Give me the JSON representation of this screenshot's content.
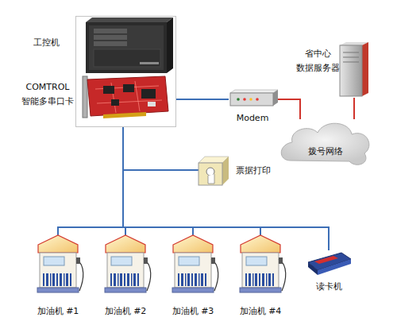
{
  "diagram": {
    "nodes": [
      {
        "text": [
          "工控机",
          "COMTROL 智能多串口卡"
        ]
      },
      {
        "text": [
          "省中心 数据服务器"
        ]
      },
      {
        "text": [
          "Modem"
        ]
      },
      {
        "text": [
          "拨号网络"
        ]
      },
      {
        "text": [
          "票据打印"
        ]
      },
      {
        "text": [
          "加油机 #1"
        ]
      },
      {
        "text": [
          "加油机 #2"
        ]
      },
      {
        "text": [
          "加油机 #3"
        ]
      },
      {
        "text": [
          "加油机 #4"
        ]
      },
      {
        "text": [
          "读卡机"
        ]
      }
    ],
    "edges": [
      {
        "from": 0,
        "to": 2,
        "arrow": "none"
      },
      {
        "from": 2,
        "to": 3,
        "arrow": "none"
      },
      {
        "from": 3,
        "to": 1,
        "arrow": "none"
      },
      {
        "from": 0,
        "to": 4,
        "arrow": "none"
      },
      {
        "from": 0,
        "to": 5,
        "arrow": "none"
      },
      {
        "from": 0,
        "to": 6,
        "arrow": "none"
      },
      {
        "from": 0,
        "to": 7,
        "arrow": "none"
      },
      {
        "from": 0,
        "to": 8,
        "arrow": "none"
      },
      {
        "from": 0,
        "to": 9,
        "arrow": "none"
      }
    ]
  }
}
